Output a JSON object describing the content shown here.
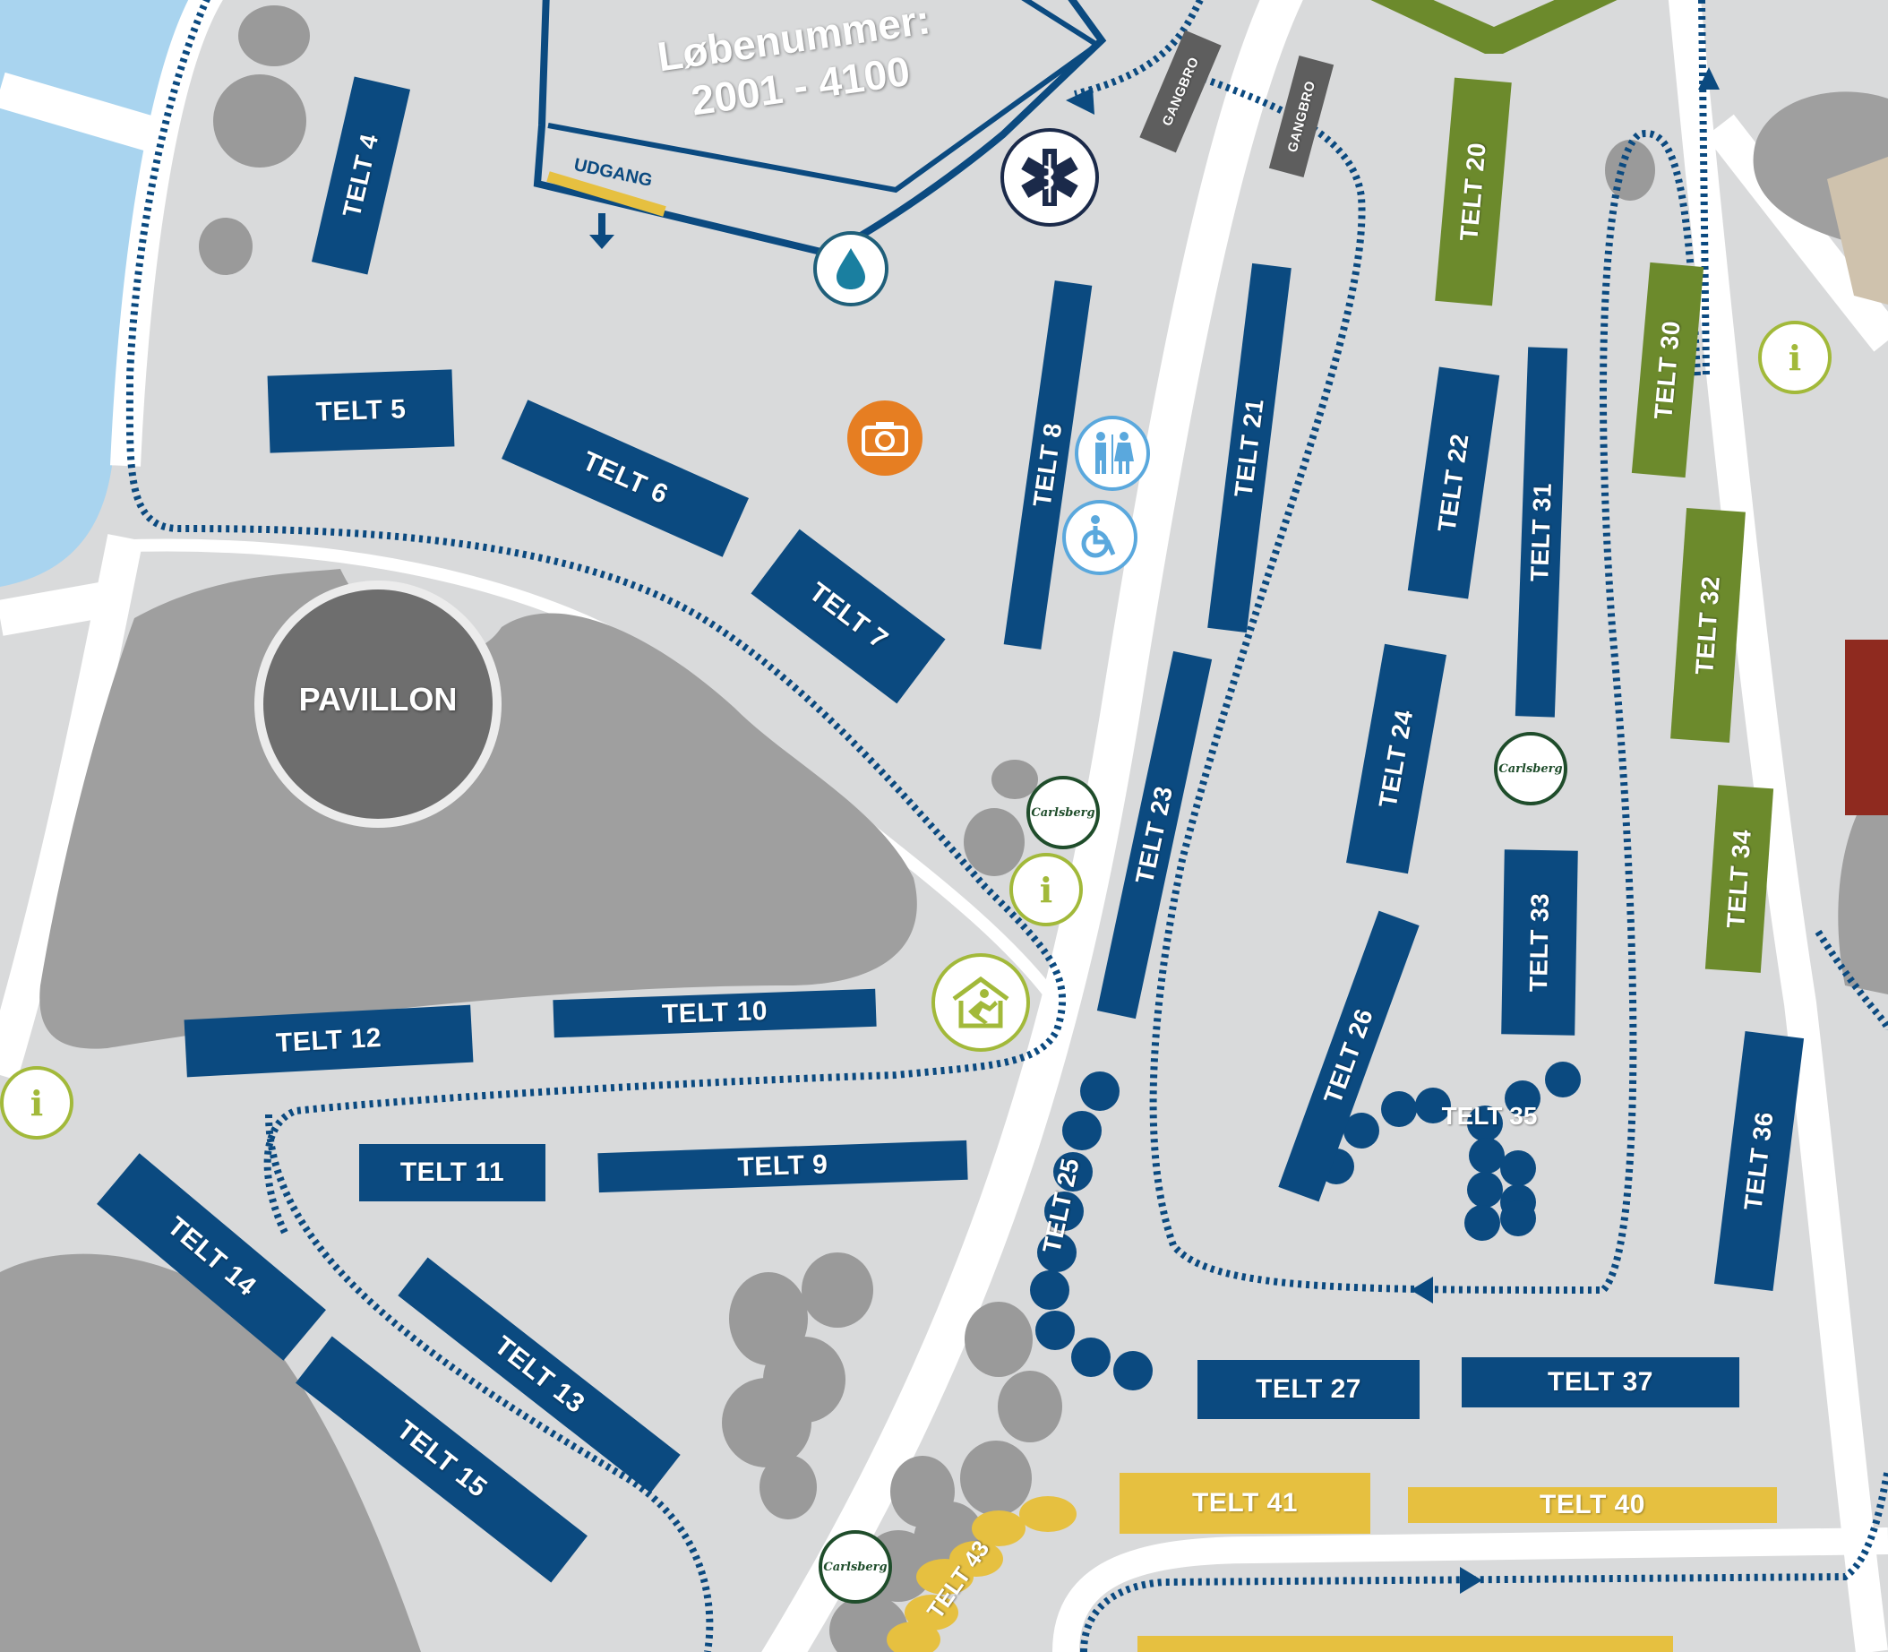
{
  "colors": {
    "ground": "#d9dadb",
    "water": "#a9d4ef",
    "road": "#ffffff",
    "route": "#0b4a80",
    "tent_blue": "#0b4a80",
    "tent_green": "#6c8a2c",
    "tent_yellow": "#e6c040",
    "tent_red": "#8f2a1f",
    "rock": "#9a9a9a",
    "info": "#a2b93a",
    "carlsberg": "#1f4d2b",
    "camera": "#e67e22",
    "facilities": "#5aa8dd"
  },
  "area": {
    "title_line1": "Løbenummer:",
    "title_line2": "2001 - 4100",
    "exit_label": "UDGANG"
  },
  "bridges": [
    "GANGBRO",
    "GANGBRO"
  ],
  "pavilion": "PAVILLON",
  "tents": {
    "t4": "TELT 4",
    "t5": "TELT 5",
    "t6": "TELT 6",
    "t7": "TELT 7",
    "t8": "TELT 8",
    "t9": "TELT 9",
    "t10": "TELT 10",
    "t11": "TELT 11",
    "t12": "TELT 12",
    "t13": "TELT 13",
    "t14": "TELT 14",
    "t15": "TELT 15",
    "t20": "TELT 20",
    "t21": "TELT 21",
    "t22": "TELT 22",
    "t23": "TELT 23",
    "t24": "TELT 24",
    "t25": "TELT 25",
    "t26": "TELT 26",
    "t27": "TELT 27",
    "t30": "TELT 30",
    "t31": "TELT 31",
    "t32": "TELT 32",
    "t33": "TELT 33",
    "t34": "TELT 34",
    "t35": "TELT 35",
    "t36": "TELT 36",
    "t37": "TELT 37",
    "t40": "TELT 40",
    "t41": "TELT 41",
    "t43": "TELT 43"
  },
  "icons": {
    "info_glyph": "i",
    "carlsberg_text": "Carlsberg",
    "medical": "star-of-life-icon",
    "water": "water-drop-icon",
    "camera": "camera-icon",
    "toilet": "toilet-icon",
    "accessible": "wheelchair-icon",
    "run": "running-house-icon"
  }
}
